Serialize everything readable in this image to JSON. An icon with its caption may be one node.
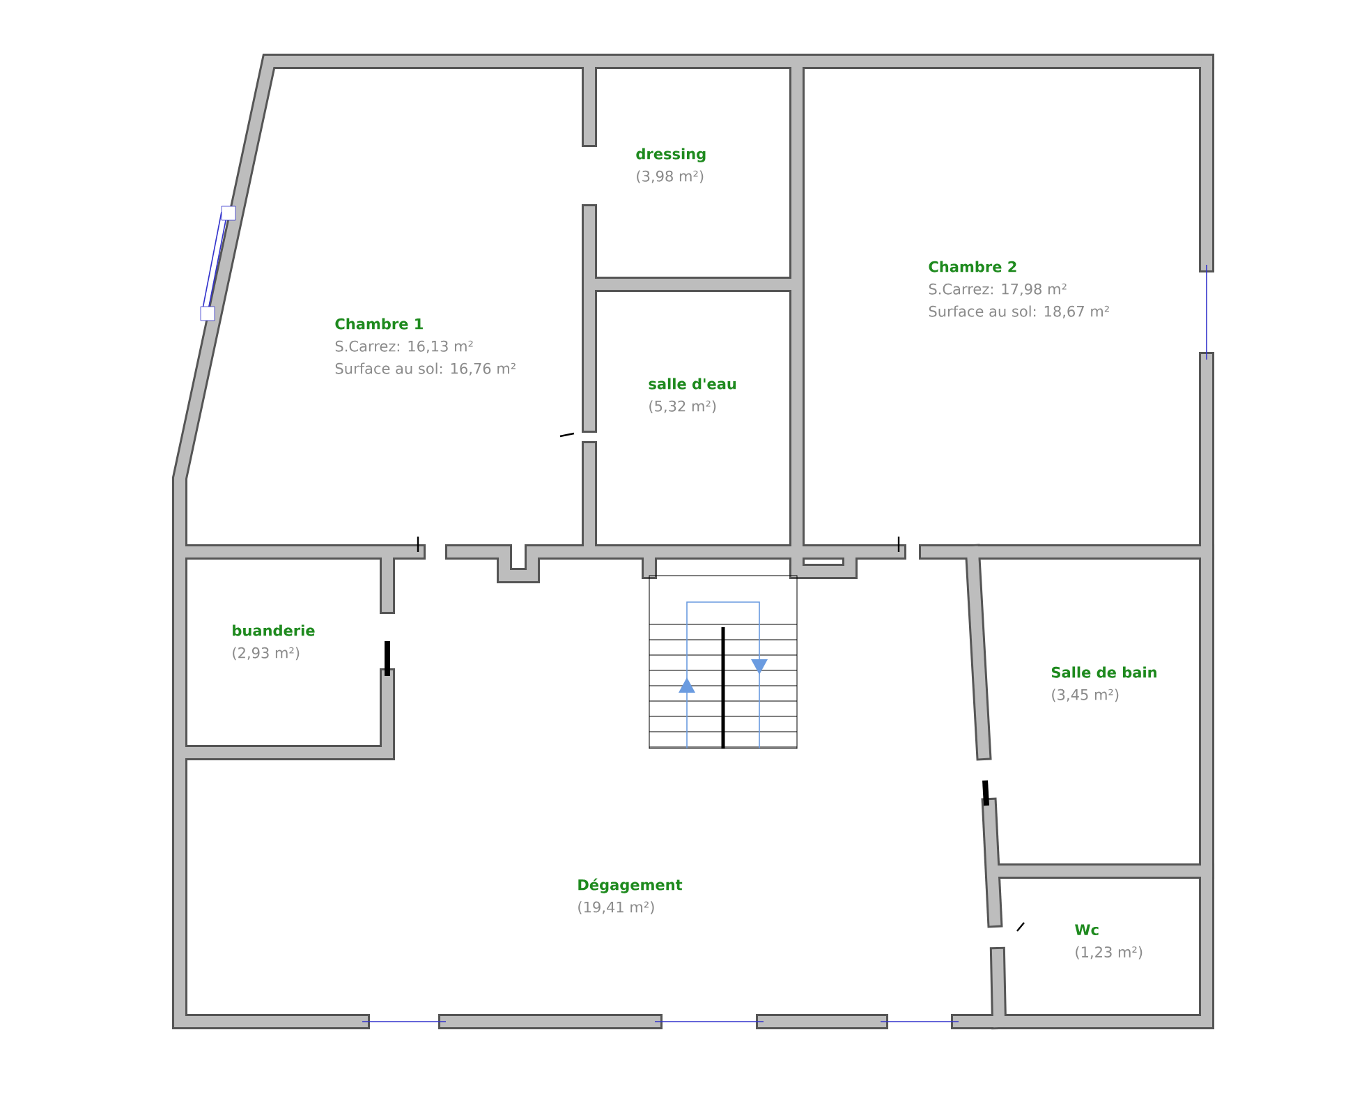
{
  "diagram": {
    "nodes": [
      {
        "text": [
          "Chambre 1",
          "S.Carrez: 16,13 m²",
          "Surface au sol: 16,76 m²"
        ]
      },
      {
        "text": [
          "dressing",
          "(3,98 m²)"
        ]
      },
      {
        "text": [
          "salle d'eau",
          "(5,32 m²)"
        ]
      },
      {
        "text": [
          "Chambre 2",
          "S.Carrez: 17,98 m²",
          "Surface au sol: 18,67 m²"
        ]
      },
      {
        "text": [
          "buanderie",
          "(2,93 m²)"
        ]
      },
      {
        "text": [
          "Salle de bain",
          "(3,45 m²)"
        ]
      },
      {
        "text": [
          "Dégagement",
          "(19,41 m²)"
        ]
      },
      {
        "text": [
          "Wc",
          "(1,23 m²)"
        ]
      }
    ]
  }
}
